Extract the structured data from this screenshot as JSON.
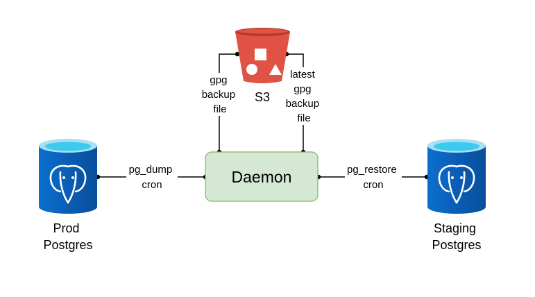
{
  "nodes": {
    "prod": {
      "label_lines": [
        "Prod",
        "Postgres"
      ],
      "icon": "postgres-database-icon"
    },
    "staging": {
      "label_lines": [
        "Staging",
        "Postgres"
      ],
      "icon": "postgres-database-icon"
    },
    "daemon": {
      "label": "Daemon"
    },
    "s3": {
      "label": "S3",
      "icon": "s3-bucket-icon"
    }
  },
  "edges": {
    "dump": {
      "label_lines": [
        "pg_dump",
        "cron"
      ]
    },
    "restore": {
      "label_lines": [
        "pg_restore",
        "cron"
      ]
    },
    "upload": {
      "label_lines": [
        "gpg",
        "backup",
        "file"
      ]
    },
    "download": {
      "label_lines": [
        "latest",
        "gpg",
        "backup",
        "file"
      ]
    }
  },
  "colors": {
    "database_body": "#0A66C2",
    "database_top": "#5FD3F0",
    "daemon_fill": "#D5E8D4",
    "daemon_stroke": "#82B366",
    "s3_fill": "#E05243",
    "line": "#000000"
  }
}
